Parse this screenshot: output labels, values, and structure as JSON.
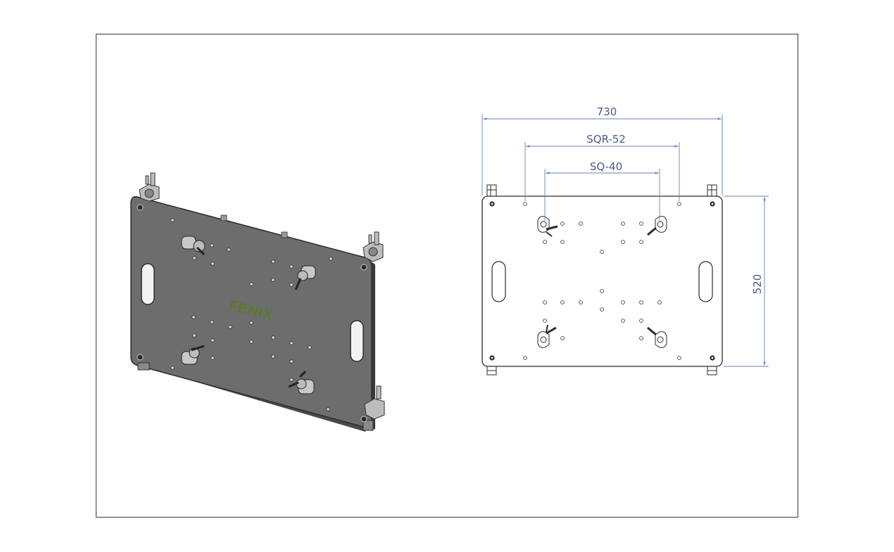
{
  "drawing": {
    "iso_view": {
      "logo_text": "FENIX"
    },
    "top_view": {
      "dimensions": {
        "overall_width": "730",
        "sqr_spacing": "SQR-52",
        "sq_spacing": "SQ-40",
        "overall_height": "520"
      }
    }
  },
  "colors": {
    "plate_iso": "#6d6d6d",
    "plate_iso_edge": "#2c2c2c",
    "dimension_line": "#6a7fb8",
    "outline": "#2a2a2a"
  }
}
